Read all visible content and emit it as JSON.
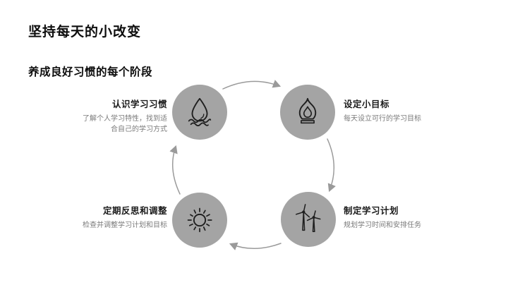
{
  "slide": {
    "title": "坚持每天的小改变",
    "subtitle": "养成良好习惯的每个阶段"
  },
  "diagram": {
    "type": "cycle",
    "direction": "clockwise",
    "nodes": [
      {
        "position": "top-left",
        "title": "认识学习习惯",
        "description": "了解个人学习特性，找到适合自己的学习方式",
        "icon": "water-drop-icon"
      },
      {
        "position": "top-right",
        "title": "设定小目标",
        "description": "每天设立可行的学习目标",
        "icon": "flame-icon"
      },
      {
        "position": "bottom-right",
        "title": "制定学习计划",
        "description": "规划学习时间和安排任务",
        "icon": "wind-turbine-icon"
      },
      {
        "position": "bottom-left",
        "title": "定期反思和调整",
        "description": "检查并调整学习计划和目标",
        "icon": "sun-icon"
      }
    ],
    "colors": {
      "background": "#ffffff",
      "heading_text": "#0d0d0d",
      "node_title_text": "#1a1a1a",
      "node_description_text": "#7b7b7b",
      "circle_fill": "#a4a4a4",
      "icon_stroke": "#1f1f1f",
      "arrow_stroke": "#9a9a9a"
    }
  }
}
